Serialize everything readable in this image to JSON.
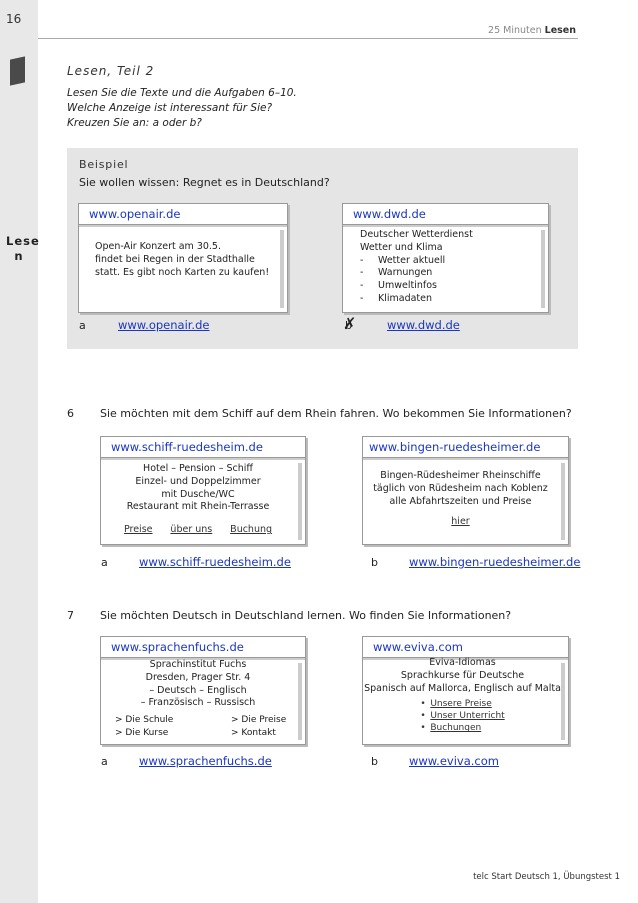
{
  "page_number": "16",
  "sidebar_label": "Lese n",
  "header": {
    "prefix": "25 Minuten",
    "section": "Lesen"
  },
  "task": {
    "title": "Lesen, Teil 2",
    "lines": [
      "Lesen Sie die Texte und die Aufgaben 6–10.",
      "Welche Anzeige ist interessant für Sie?",
      "Kreuzen Sie an: a oder b?"
    ]
  },
  "example": {
    "label": "Beispiel",
    "question": "Sie wollen wissen: Regnet es in Deutschland?",
    "a": {
      "url": "www.openair.de",
      "lines": [
        "Open-Air Konzert am 30.5.",
        "findet bei Regen in der Stadthalle",
        "statt. Es gibt noch Karten zu kaufen!"
      ],
      "letter": "a",
      "link": "www.openair.de"
    },
    "b": {
      "url": "www.dwd.de",
      "lines": [
        "Deutscher Wetterdienst",
        "Wetter und Klima"
      ],
      "items": [
        "Wetter aktuell",
        "Warnungen",
        "Umweltinfos",
        "Klimadaten"
      ],
      "letter": "b",
      "mark": "✗",
      "link": "www.dwd.de"
    }
  },
  "q6": {
    "number": "6",
    "text": "Sie möchten mit dem Schiff auf dem Rhein fahren. Wo bekommen Sie Informationen?",
    "a": {
      "url": "www.schiff-ruedesheim.de",
      "lines": [
        "Hotel – Pension – Schiff",
        "Einzel- und Doppelzimmer",
        "mit Dusche/WC",
        "Restaurant mit Rhein-Terrasse"
      ],
      "links": [
        "Preise",
        "über uns",
        "Buchung"
      ],
      "letter": "a",
      "link": "www.schiff-ruedesheim.de"
    },
    "b": {
      "url": "www.bingen-ruedesheimer.de",
      "lines": [
        "Bingen-Rüdesheimer Rheinschiffe",
        "täglich von Rüdesheim nach Koblenz",
        "alle Abfahrtszeiten und Preise"
      ],
      "link_here": "hier",
      "letter": "b",
      "link": "www.bingen-ruedesheimer.de"
    }
  },
  "q7": {
    "number": "7",
    "text": "Sie möchten Deutsch in Deutschland lernen. Wo finden Sie Informationen?",
    "a": {
      "url": "www.sprachenfuchs.de",
      "lines": [
        "Sprachinstitut Fuchs",
        "Dresden, Prager Str. 4",
        "– Deutsch – Englisch",
        "– Französisch – Russisch"
      ],
      "menu_left": [
        "> Die Schule",
        "> Die Kurse"
      ],
      "menu_right": [
        "> Die Preise",
        "> Kontakt"
      ],
      "letter": "a",
      "link": "www.sprachenfuchs.de"
    },
    "b": {
      "url": "www.eviva.com",
      "lines": [
        "Eviva-Idiomas",
        "Sprachkurse für Deutsche",
        "Spanisch auf Mallorca, Englisch auf Malta"
      ],
      "items": [
        "Unsere Preise",
        "Unser Unterricht",
        "Buchungen"
      ],
      "letter": "b",
      "link": "www.eviva.com"
    }
  },
  "footer": "telc Start Deutsch 1, Übungstest 1"
}
